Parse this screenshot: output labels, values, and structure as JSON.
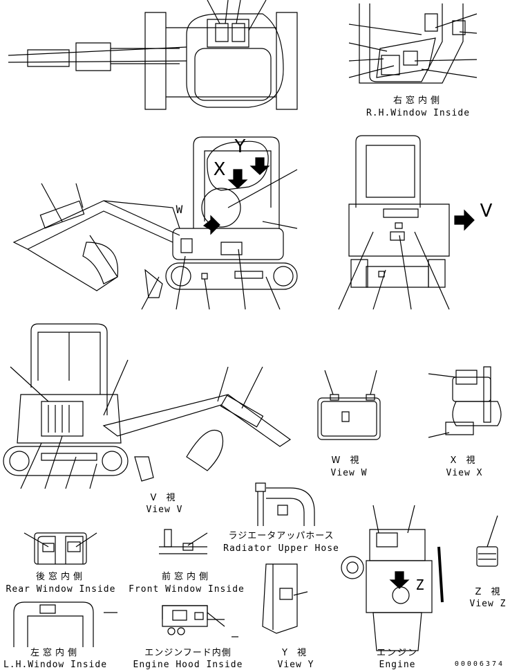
{
  "drawing_number": "00006374",
  "view_letters": {
    "v": "V",
    "w": "W",
    "x": "X",
    "y": "Y",
    "z": "Z"
  },
  "captions": {
    "rh_window_jp": "右窓内側",
    "rh_window_en": "R.H.Window Inside",
    "view_w_jp": "W 視",
    "view_w_en": "View W",
    "view_x_jp": "X 視",
    "view_x_en": "View X",
    "view_v_jp": "V 視",
    "view_v_en": "View V",
    "radiator_jp": "ラジエータアッパホース",
    "radiator_en": "Radiator Upper Hose",
    "rear_window_jp": "後窓内側",
    "rear_window_en": "Rear Window Inside",
    "front_window_jp": "前窓内側",
    "front_window_en": "Front Window Inside",
    "view_z_jp": "Z 視",
    "view_z_en": "View Z",
    "lh_window_jp": "左窓内側",
    "lh_window_en": "L.H.Window Inside",
    "engine_hood_jp": "エンジンフード内側",
    "engine_hood_en": "Engine Hood Inside",
    "view_y_jp": "Y 視",
    "view_y_en": "View Y",
    "engine_jp": "エンジン",
    "engine_en": "Engine"
  }
}
